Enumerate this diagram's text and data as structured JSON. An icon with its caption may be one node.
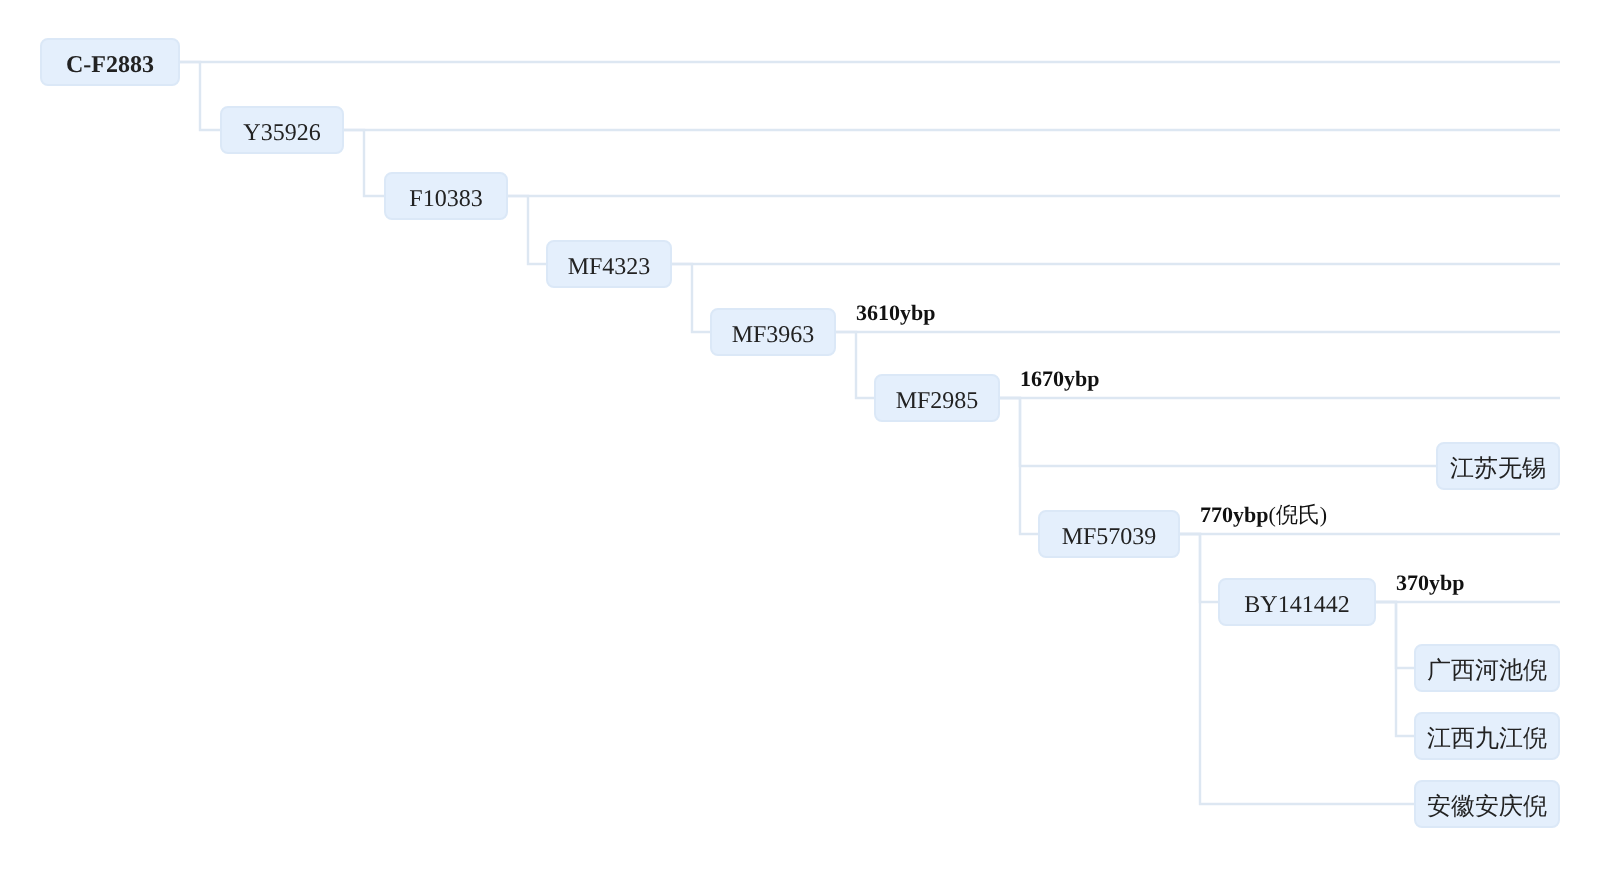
{
  "diagram": {
    "nodes": [
      {
        "text": [
          "C-F2883"
        ]
      },
      {
        "text": [
          "Y35926"
        ]
      },
      {
        "text": [
          "F10383"
        ]
      },
      {
        "text": [
          "MF4323"
        ]
      },
      {
        "text": [
          "MF3963"
        ],
        "beside": [
          "3610ybp"
        ]
      },
      {
        "text": [
          "MF2985"
        ],
        "beside": [
          "1670ybp"
        ]
      },
      {
        "text": [
          "江苏无锡"
        ]
      },
      {
        "text": [
          "MF57039"
        ],
        "beside": [
          "**770ybp**(倪氏)"
        ]
      },
      {
        "text": [
          "BY141442"
        ],
        "beside": [
          "370ybp"
        ]
      },
      {
        "text": [
          "广西河池倪"
        ]
      },
      {
        "text": [
          "江西九江倪"
        ]
      },
      {
        "text": [
          "安徽安庆倪"
        ]
      }
    ],
    "edges": [
      {
        "from": 0,
        "to": 1,
        "arrow": "none"
      },
      {
        "from": 1,
        "to": 2,
        "arrow": "none"
      },
      {
        "from": 2,
        "to": 3,
        "arrow": "none"
      },
      {
        "from": 3,
        "to": 4,
        "arrow": "none"
      },
      {
        "from": 4,
        "to": 5,
        "arrow": "none"
      },
      {
        "from": 5,
        "to": 6,
        "arrow": "none"
      },
      {
        "from": 5,
        "to": 7,
        "arrow": "none"
      },
      {
        "from": 7,
        "to": 8,
        "arrow": "none"
      },
      {
        "from": 8,
        "to": 9,
        "arrow": "none"
      },
      {
        "from": 8,
        "to": 10,
        "arrow": "none"
      },
      {
        "from": 7,
        "to": 11,
        "arrow": "none"
      }
    ]
  }
}
